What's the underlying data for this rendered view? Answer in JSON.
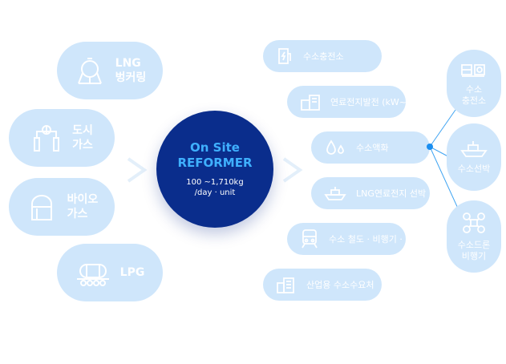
{
  "left_sources": [
    {
      "label": "LNG\n벙커링",
      "icon": "lng-tank-icon"
    },
    {
      "label": "도시\n가스",
      "icon": "city-gas-pipe-icon"
    },
    {
      "label": "바이오\n가스",
      "icon": "bio-gas-tank-icon"
    },
    {
      "label": "LPG",
      "icon": "lpg-tanker-icon"
    }
  ],
  "center": {
    "title_line1": "On Site",
    "title_line2": "REFORMER",
    "capacity": "100 ~1,710kg\n/day · unit"
  },
  "applications": [
    {
      "label": "수소충전소",
      "icon": "charging-station-icon"
    },
    {
      "label": "연료전지발전\n(kW~MW)",
      "icon": "fuel-cell-plant-icon"
    },
    {
      "label": "수소액화",
      "icon": "liquid-drop-icon"
    },
    {
      "label": "LNG연료전지\n선박",
      "icon": "ship-icon"
    },
    {
      "label": "수소 철도 ·\n비행기 · 군용",
      "icon": "train-icon"
    },
    {
      "label": "산업용\n수소수요처",
      "icon": "factory-icon"
    }
  ],
  "liquefaction_uses": [
    {
      "label": "수소\n충전소",
      "icon": "tank-truck-station-icon"
    },
    {
      "label": "수소선박",
      "icon": "cargo-ship-icon"
    },
    {
      "label": "수소드론\n비행기",
      "icon": "drone-icon"
    }
  ],
  "colors": {
    "pill": "#cfe6fb",
    "center": "#0a2d8c",
    "center_title": "#3fb0ff",
    "accent": "#1a8ef0"
  }
}
